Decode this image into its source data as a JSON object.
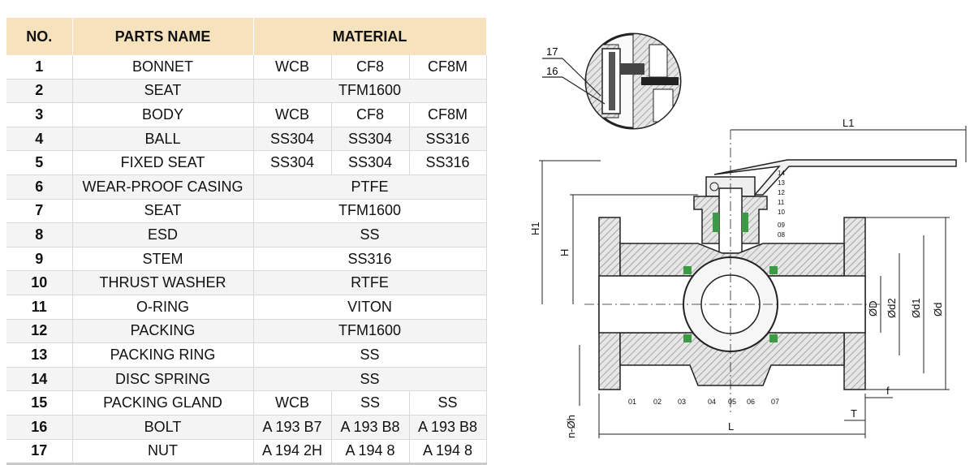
{
  "table": {
    "headers": {
      "no": "NO.",
      "name": "PARTS NAME",
      "material": "MATERIAL"
    },
    "rows": [
      {
        "no": "1",
        "name": "BONNET",
        "materials": [
          "WCB",
          "CF8",
          "CF8M"
        ]
      },
      {
        "no": "2",
        "name": "SEAT",
        "materials": [
          "TFM1600"
        ]
      },
      {
        "no": "3",
        "name": "BODY",
        "materials": [
          "WCB",
          "CF8",
          "CF8M"
        ]
      },
      {
        "no": "4",
        "name": "BALL",
        "materials": [
          "SS304",
          "SS304",
          "SS316"
        ]
      },
      {
        "no": "5",
        "name": "FIXED SEAT",
        "materials": [
          "SS304",
          "SS304",
          "SS316"
        ]
      },
      {
        "no": "6",
        "name": "WEAR-PROOF CASING",
        "materials": [
          "PTFE"
        ]
      },
      {
        "no": "7",
        "name": "SEAT",
        "materials": [
          "TFM1600"
        ]
      },
      {
        "no": "8",
        "name": "ESD",
        "materials": [
          "SS"
        ]
      },
      {
        "no": "9",
        "name": "STEM",
        "materials": [
          "SS316"
        ]
      },
      {
        "no": "10",
        "name": "THRUST WASHER",
        "materials": [
          "RTFE"
        ]
      },
      {
        "no": "11",
        "name": "O-RING",
        "materials": [
          "VITON"
        ]
      },
      {
        "no": "12",
        "name": "PACKING",
        "materials": [
          "TFM1600"
        ]
      },
      {
        "no": "13",
        "name": "PACKING RING",
        "materials": [
          "SS"
        ]
      },
      {
        "no": "14",
        "name": "DISC SPRING",
        "materials": [
          "SS"
        ]
      },
      {
        "no": "15",
        "name": "PACKING GLAND",
        "materials": [
          "WCB",
          "SS",
          "SS"
        ]
      },
      {
        "no": "16",
        "name": "BOLT",
        "materials": [
          "A 193 B7",
          "A 193 B8",
          "A 193 B8"
        ]
      },
      {
        "no": "17",
        "name": "NUT",
        "materials": [
          "A 194 2H",
          "A 194 8",
          "A 194 8"
        ]
      }
    ]
  },
  "drawing": {
    "detail_callouts": [
      "17",
      "16"
    ],
    "dimensions": {
      "L1": "L1",
      "H1": "H1",
      "H": "H",
      "L": "L",
      "T": "T",
      "f": "f",
      "nh": "n-Øh",
      "D": "ØD",
      "d2": "Ød2",
      "d1": "Ød1",
      "d": "Ød"
    },
    "bottom_callouts": [
      "01",
      "02",
      "03",
      "04",
      "05",
      "06",
      "07"
    ],
    "side_callouts": [
      "14",
      "13",
      "12",
      "11",
      "10",
      "09",
      "08"
    ],
    "colors": {
      "header_bg": "#f6e2bc",
      "hatch": "#9a9a9a",
      "seal_green": "#3c9a45"
    }
  }
}
